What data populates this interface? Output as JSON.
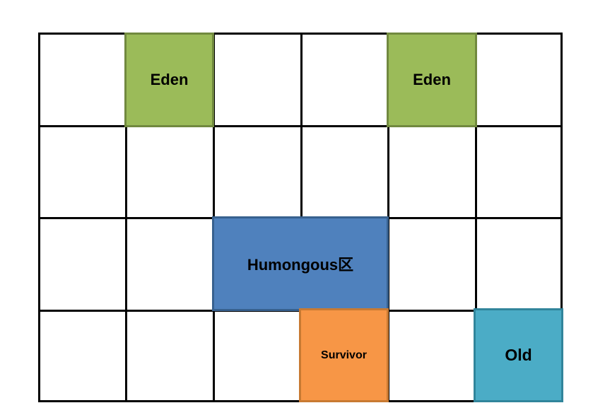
{
  "diagram": {
    "description": "heap-region-grid-diagram",
    "background_color": "#ffffff",
    "grid": {
      "rows": 4,
      "cols": 6,
      "line_color": "#000000"
    },
    "blocks": [
      {
        "id": "eden-1",
        "label": "Eden",
        "row": 1,
        "col": 2,
        "col_span": 1,
        "fill": "#9BBB59",
        "border": "#71893F"
      },
      {
        "id": "eden-2",
        "label": "Eden",
        "row": 1,
        "col": 5,
        "col_span": 1,
        "fill": "#9BBB59",
        "border": "#71893F"
      },
      {
        "id": "humongous",
        "label": "Humongous区",
        "row": 3,
        "col": 3,
        "col_span": 2,
        "fill": "#4F81BD",
        "border": "#38618F"
      },
      {
        "id": "survivor",
        "label": "Survivor",
        "row": 4,
        "col": 4,
        "col_span": 1,
        "fill": "#F79646",
        "border": "#C87A32"
      },
      {
        "id": "old",
        "label": "Old",
        "row": 4,
        "col": 6,
        "col_span": 1,
        "fill": "#4BACC6",
        "border": "#31859B"
      }
    ]
  }
}
